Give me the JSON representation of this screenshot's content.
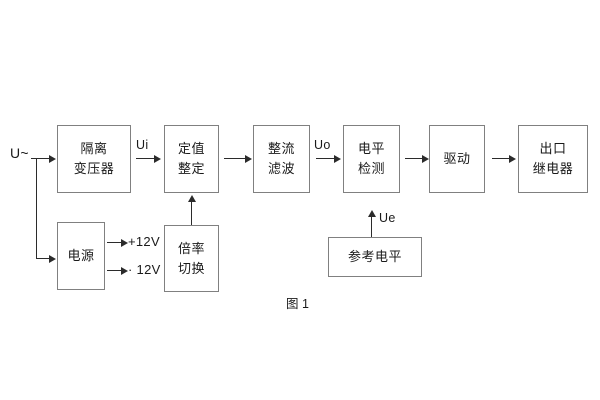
{
  "figure": {
    "caption": "图 1",
    "colors": {
      "box_border": "#808080",
      "connector": "#2b2b2b",
      "text": "#1a1a1a",
      "background": "#ffffff"
    }
  },
  "blocks": {
    "isolation_transformer": {
      "line1": "隔离",
      "line2": "变压器"
    },
    "setting_value": {
      "line1": "定值",
      "line2": "整定"
    },
    "rectify_filter": {
      "line1": "整流",
      "line2": "滤波"
    },
    "level_detect": {
      "line1": "电平",
      "line2": "检测"
    },
    "drive": {
      "line1": "驱动"
    },
    "output_relay": {
      "line1": "出口",
      "line2": "继电器"
    },
    "power_supply": {
      "line1": "电源"
    },
    "multiplier_switch": {
      "line1": "倍率",
      "line2": "切换"
    },
    "reference_level": {
      "line1": "参考电平"
    }
  },
  "signal_labels": {
    "input_voltage": "U~",
    "ui": "Ui",
    "uo": "Uo",
    "ue": "Ue",
    "rail_positive": "+12V",
    "rail_negative": "· 12V"
  }
}
